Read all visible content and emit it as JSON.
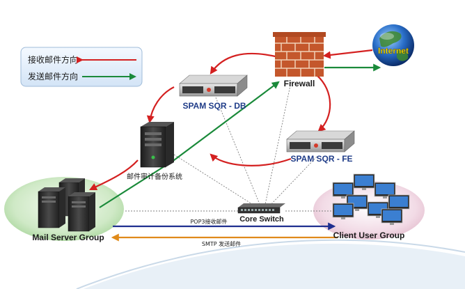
{
  "legend": {
    "receive_label": "接收邮件方向",
    "send_label": "发送邮件方向",
    "receive_color": "#d42020",
    "send_color": "#1a8a3a"
  },
  "nodes": {
    "internet": "Internet",
    "firewall": "Firewall",
    "spam_db": "SPAM SQR - DB",
    "spam_fe": "SPAM SQR - FE",
    "audit_backup": "邮件审计备份系统",
    "core_switch": "Core Switch",
    "mail_server_group": "Mail Server Group",
    "client_user_group": "Client User Group"
  },
  "links": {
    "pop3": "POP3接收邮件",
    "smtp": "SMTP 发送邮件"
  },
  "colors": {
    "label_blue": "#1f3c88",
    "pop3_arrow": "#1f2f8f",
    "smtp_arrow": "#e08a1a"
  }
}
